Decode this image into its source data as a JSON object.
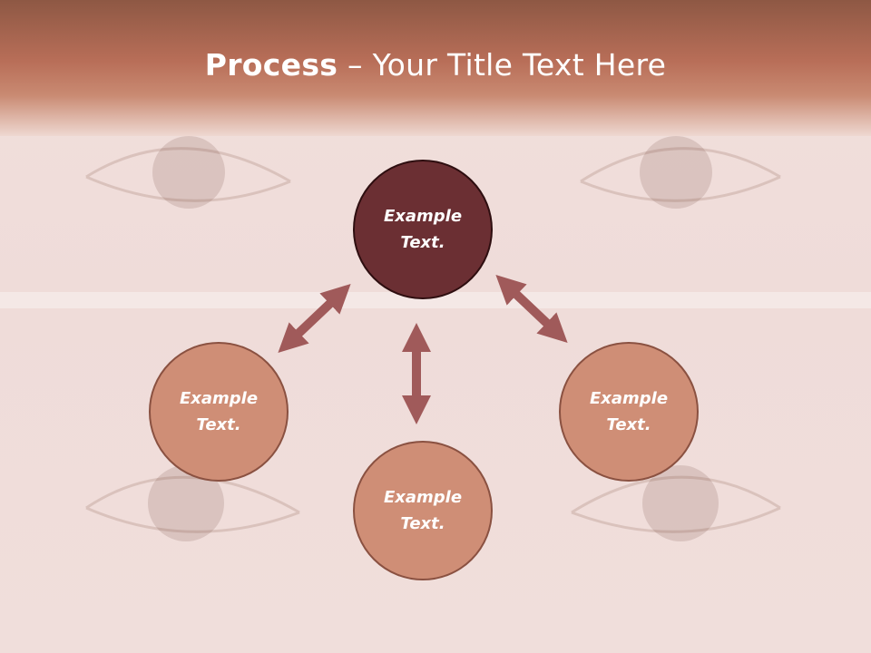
{
  "slide": {
    "title_bold": "Process",
    "title_rest": " – Your Title Text Here"
  },
  "nodes": [
    {
      "id": "top",
      "text": "Example Text."
    },
    {
      "id": "left",
      "text": "Example Text."
    },
    {
      "id": "right",
      "text": "Example Text."
    },
    {
      "id": "bottom",
      "text": "Example Text."
    }
  ],
  "colors": {
    "header": "#b86e58",
    "center_node": "#6b2f33",
    "side_node": "#cf8e76",
    "arrow": "#a05a5a",
    "background": "#f1dfdc"
  },
  "icons": [
    "double-arrow-icon"
  ]
}
